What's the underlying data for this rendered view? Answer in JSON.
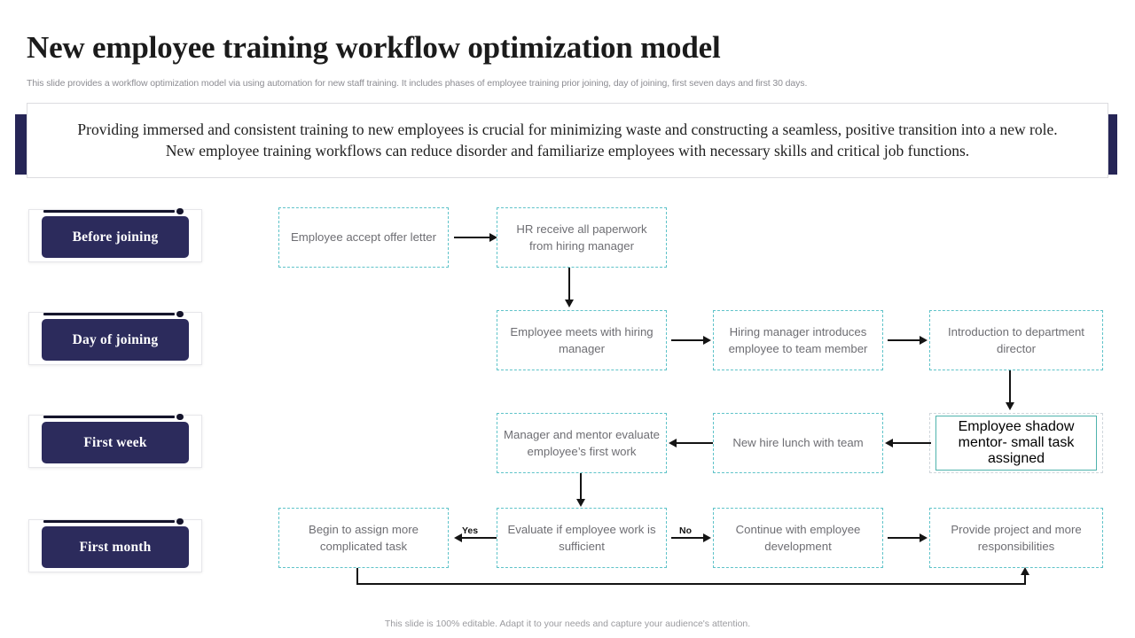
{
  "header": {
    "title": "New employee training workflow optimization model",
    "subtitle": "This slide provides a workflow optimization model via using automation for new staff training. It includes phases of employee training prior joining, day of joining, first seven days and first 30 days."
  },
  "callout": {
    "text": "Providing immersed and consistent training to new employees is crucial for minimizing waste and constructing a seamless, positive transition into a new role. New employee training workflows can reduce disorder and familiarize employees with necessary skills and critical job functions."
  },
  "phases": [
    {
      "label": "Before joining"
    },
    {
      "label": "Day of joining"
    },
    {
      "label": "First week"
    },
    {
      "label": "First month"
    }
  ],
  "flow": {
    "nodes": [
      {
        "id": "n1",
        "label": "Employee accept offer letter"
      },
      {
        "id": "n2",
        "label": "HR receive all paperwork from hiring manager"
      },
      {
        "id": "n3",
        "label": "Employee meets with hiring manager"
      },
      {
        "id": "n4",
        "label": "Hiring manager introduces employee to team member"
      },
      {
        "id": "n5",
        "label": "Introduction  to department director"
      },
      {
        "id": "n6",
        "label": "Employee shadow mentor- small task assigned"
      },
      {
        "id": "n7",
        "label": "New hire lunch with team"
      },
      {
        "id": "n8",
        "label": "Manager and mentor evaluate  employee’s first work"
      },
      {
        "id": "n9",
        "label": "Evaluate if employee work is sufficient"
      },
      {
        "id": "n10",
        "label": "Begin to assign more complicated task"
      },
      {
        "id": "n11",
        "label": "Continue with employee development"
      },
      {
        "id": "n12",
        "label": "Provide project and more responsibilities"
      }
    ],
    "edge_labels": {
      "yes": "Yes",
      "no": "No"
    }
  },
  "footer": {
    "note": "This slide is 100% editable. Adapt it to your needs and capture your audience's attention."
  },
  "colors": {
    "navy": "#2c2b5c",
    "accent_bar": "#262556",
    "box_border": "#5fc3c9",
    "highlight_border": "#4fb3ad",
    "text_gray": "#6e6e73"
  }
}
